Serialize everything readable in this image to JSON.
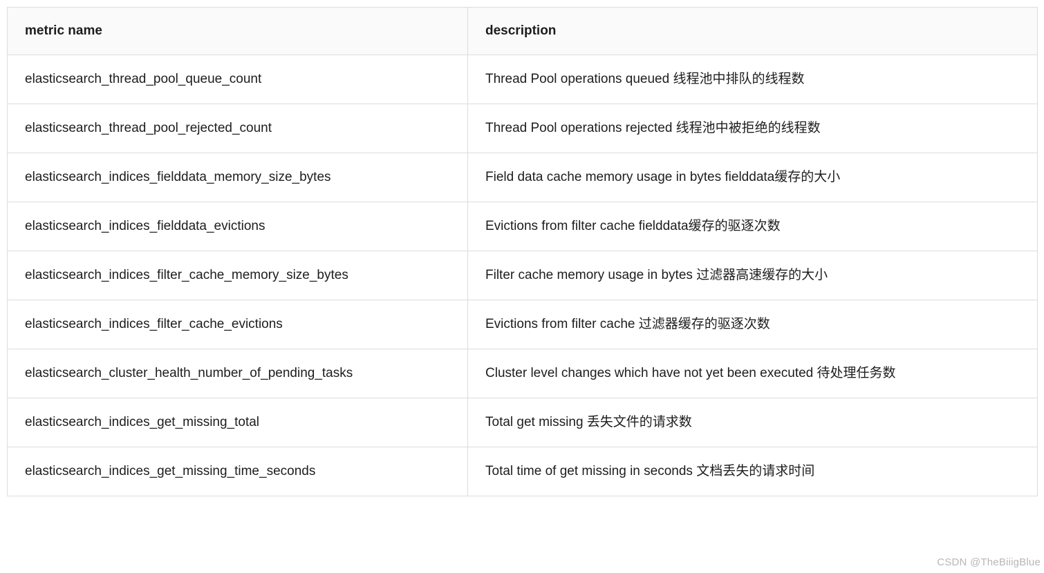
{
  "table": {
    "columns": [
      {
        "key": "metric",
        "label": "metric name"
      },
      {
        "key": "description",
        "label": "description"
      }
    ],
    "rows": [
      {
        "metric": "elasticsearch_thread_pool_queue_count",
        "description": "Thread Pool operations queued 线程池中排队的线程数"
      },
      {
        "metric": "elasticsearch_thread_pool_rejected_count",
        "description": "Thread Pool operations rejected 线程池中被拒绝的线程数"
      },
      {
        "metric": "elasticsearch_indices_fielddata_memory_size_bytes",
        "description": "Field data cache memory usage in bytes fielddata缓存的大小"
      },
      {
        "metric": "elasticsearch_indices_fielddata_evictions",
        "description": "Evictions from filter cache fielddata缓存的驱逐次数"
      },
      {
        "metric": "elasticsearch_indices_filter_cache_memory_size_bytes",
        "description": "Filter cache memory usage in bytes 过滤器高速缓存的大小"
      },
      {
        "metric": "elasticsearch_indices_filter_cache_evictions",
        "description": "Evictions from filter cache 过滤器缓存的驱逐次数"
      },
      {
        "metric": "elasticsearch_cluster_health_number_of_pending_tasks",
        "description": "Cluster level changes which have not yet been executed 待处理任务数"
      },
      {
        "metric": "elasticsearch_indices_get_missing_total",
        "description": "Total get missing 丢失文件的请求数"
      },
      {
        "metric": "elasticsearch_indices_get_missing_time_seconds",
        "description": "Total time of get missing in seconds 文档丢失的请求时间"
      }
    ]
  },
  "watermark": "CSDN @TheBiiigBlue",
  "colors": {
    "border": "#dcdcdc",
    "header_bg": "#fafafa",
    "text": "#1d1d1f",
    "watermark": "#b6b6b6"
  }
}
